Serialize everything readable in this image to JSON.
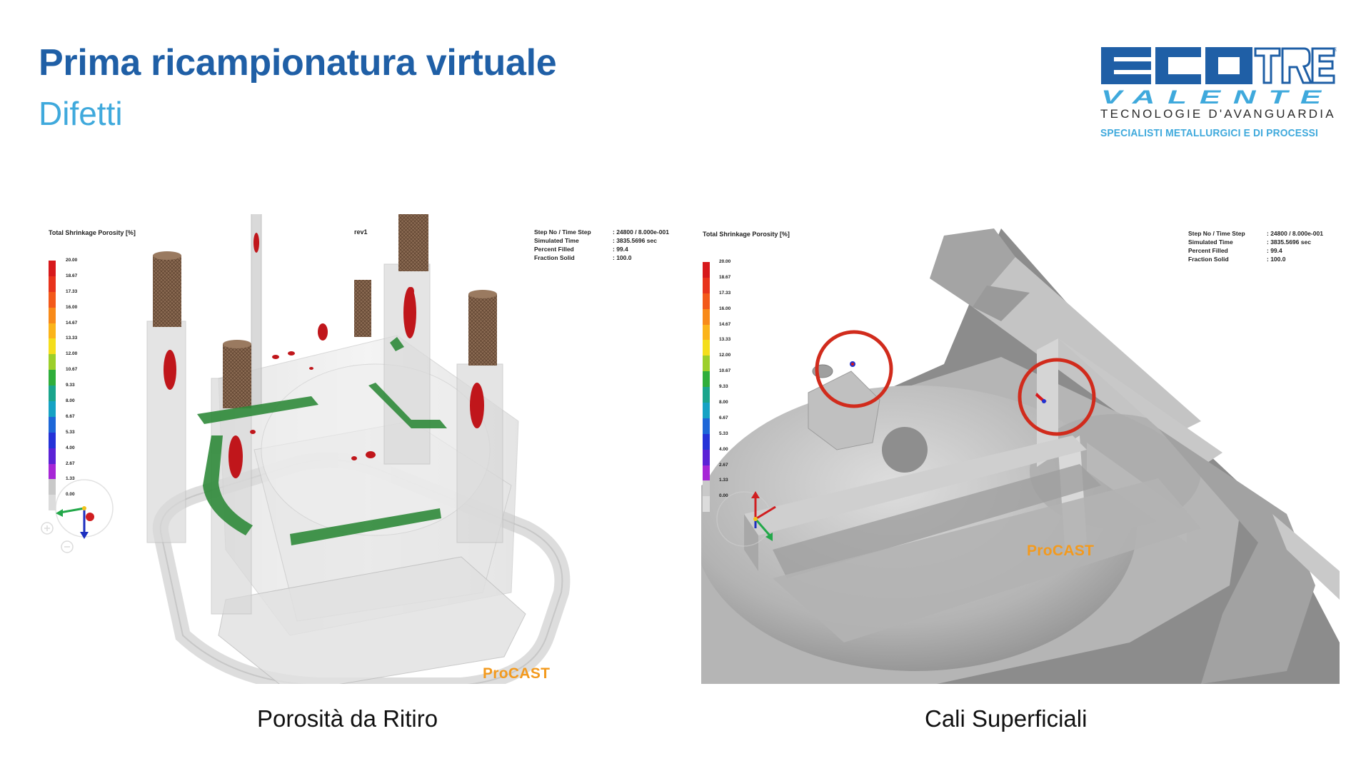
{
  "slide": {
    "title": "Prima ricampionatura virtuale",
    "subtitle": "Difetti"
  },
  "logo": {
    "wordmark_primary": "ECOTRE",
    "wordmark_secondary": "VALENTE",
    "registered_mark": "®",
    "tagline": "TECNOLOGIE D'AVANGUARDIA",
    "specialty": "SPECIALISTI METALLURGICI E DI PROCESSI",
    "colors": {
      "primary": "#1f5fa6",
      "secondary": "#3fa9dc"
    }
  },
  "legend": {
    "title": "Total Shrinkage Porosity [%]",
    "ticks": [
      "20.00",
      "18.67",
      "17.33",
      "16.00",
      "14.67",
      "13.33",
      "12.00",
      "10.67",
      "9.33",
      "8.00",
      "6.67",
      "5.33",
      "4.00",
      "2.67",
      "1.33",
      "0.00"
    ],
    "colors": [
      "#d7191c",
      "#e8331c",
      "#f3591a",
      "#f88a19",
      "#fbb41a",
      "#f4de1c",
      "#9ccf2a",
      "#2fae3b",
      "#1aa58c",
      "#15a2c4",
      "#1d67d8",
      "#2432d8",
      "#5b22d6",
      "#a626d6",
      "#c9c9c9",
      "#dcdcdc"
    ]
  },
  "sim_info": {
    "rows": [
      {
        "label": "Step No / Time Step",
        "value": ": 24800 / 8.000e-001"
      },
      {
        "label": "Simulated Time",
        "value": ": 3835.5696 sec"
      },
      {
        "label": "Percent Filled",
        "value": ": 99.4"
      },
      {
        "label": "Fraction Solid",
        "value": ": 100.0"
      }
    ]
  },
  "panels": {
    "left": {
      "view_label": "rev1",
      "brand": "ProCAST",
      "caption": "Porosità da Ritiro"
    },
    "right": {
      "brand": "ProCAST",
      "caption": "Cali Superficiali"
    }
  },
  "colors": {
    "defect_red": "#c0161b",
    "highlight_circle": "#d12b1c",
    "feeder_mesh": "#7a5a44",
    "chill_green": "#2f8a3a",
    "procast_orange": "#f39a1e"
  }
}
